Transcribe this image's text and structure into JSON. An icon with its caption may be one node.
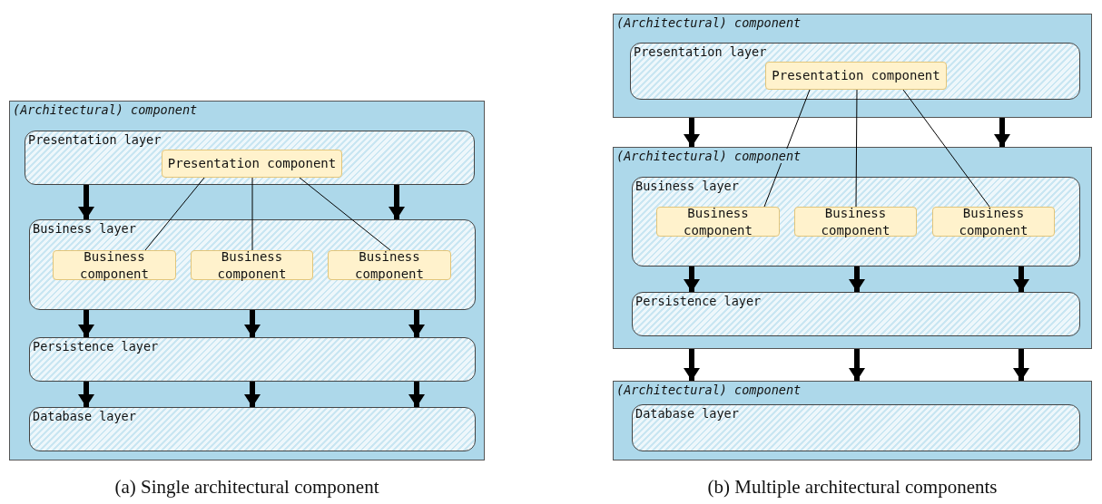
{
  "diagram": {
    "nodes": [
      {
        "text": [
          "(Architectural) component"
        ]
      },
      {
        "text": [
          "Presentation layer"
        ],
        "in": 0
      },
      {
        "text": [
          "Presentation component"
        ],
        "in": 1
      },
      {
        "text": [
          "Business layer"
        ],
        "in": 0
      },
      {
        "text": [
          "Business component"
        ],
        "in": 3
      },
      {
        "text": [
          "Business component"
        ],
        "in": 3
      },
      {
        "text": [
          "Business component"
        ],
        "in": 3
      },
      {
        "text": [
          "Persistence layer"
        ],
        "in": 0
      },
      {
        "text": [
          "Database layer"
        ],
        "in": 0
      },
      {
        "text": [
          "(Architectural) component"
        ]
      },
      {
        "text": [
          "Presentation layer"
        ],
        "in": 9
      },
      {
        "text": [
          "Presentation component"
        ],
        "in": 10
      },
      {
        "text": [
          "(Architectural) component"
        ]
      },
      {
        "text": [
          "Business layer"
        ],
        "in": 12
      },
      {
        "text": [
          "Business component"
        ],
        "in": 13
      },
      {
        "text": [
          "Business component"
        ],
        "in": 13
      },
      {
        "text": [
          "Business component"
        ],
        "in": 13
      },
      {
        "text": [
          "Persistence layer"
        ],
        "in": 12
      },
      {
        "text": [
          "(Architectural) component"
        ]
      },
      {
        "text": [
          "Database layer"
        ],
        "in": 18
      }
    ],
    "edges": [
      {
        "from": 2,
        "to": 4,
        "arrow": "none"
      },
      {
        "from": 2,
        "to": 5,
        "arrow": "none"
      },
      {
        "from": 2,
        "to": 6,
        "arrow": "none"
      },
      {
        "from": 1,
        "to": 3,
        "arrow": "to"
      },
      {
        "from": 1,
        "to": 3,
        "arrow": "to"
      },
      {
        "from": 3,
        "to": 7,
        "arrow": "to"
      },
      {
        "from": 3,
        "to": 7,
        "arrow": "to"
      },
      {
        "from": 3,
        "to": 7,
        "arrow": "to"
      },
      {
        "from": 7,
        "to": 8,
        "arrow": "to"
      },
      {
        "from": 7,
        "to": 8,
        "arrow": "to"
      },
      {
        "from": 7,
        "to": 8,
        "arrow": "to"
      },
      {
        "from": 11,
        "to": 14,
        "arrow": "none"
      },
      {
        "from": 11,
        "to": 15,
        "arrow": "none"
      },
      {
        "from": 11,
        "to": 16,
        "arrow": "none"
      },
      {
        "from": 9,
        "to": 12,
        "arrow": "to"
      },
      {
        "from": 9,
        "to": 12,
        "arrow": "to"
      },
      {
        "from": 13,
        "to": 17,
        "arrow": "to"
      },
      {
        "from": 13,
        "to": 17,
        "arrow": "to"
      },
      {
        "from": 13,
        "to": 17,
        "arrow": "to"
      },
      {
        "from": 12,
        "to": 18,
        "arrow": "to"
      },
      {
        "from": 12,
        "to": 18,
        "arrow": "to"
      },
      {
        "from": 12,
        "to": 18,
        "arrow": "to"
      }
    ],
    "labels": [
      "(a) Single architectural component",
      "(b) Multiple architectural components"
    ]
  }
}
